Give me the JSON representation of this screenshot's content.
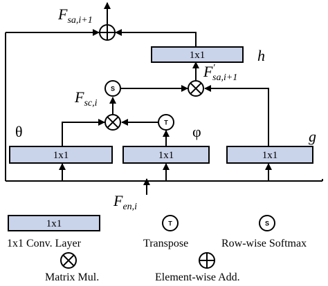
{
  "conv_blocks": {
    "theta": "1x1",
    "phi": "1x1",
    "g": "1x1",
    "h": "1x1"
  },
  "branch_labels": {
    "theta": "θ",
    "phi": "φ",
    "g": "g",
    "h": "h"
  },
  "op_symbols": {
    "softmax": "S",
    "transpose": "T"
  },
  "tensors": {
    "output": {
      "base": "F",
      "sub": "sa,i+1"
    },
    "input": {
      "base": "F",
      "sub": "en,i"
    },
    "sc": {
      "base": "F",
      "sub": "sc,i"
    },
    "sa_prime": {
      "base": "F",
      "sup": "'",
      "sub": "sa,i+1"
    }
  },
  "legend": {
    "conv_box_text": "1x1",
    "conv_label": "1x1 Conv. Layer",
    "transpose_symbol": "T",
    "transpose_label": "Transpose",
    "softmax_symbol": "S",
    "softmax_label": "Row-wise Softmax",
    "matmul_label": "Matrix Mul.",
    "add_label": "Element-wise Add."
  },
  "colors": {
    "conv_fill": "#c9d3ea",
    "line": "#000000"
  }
}
